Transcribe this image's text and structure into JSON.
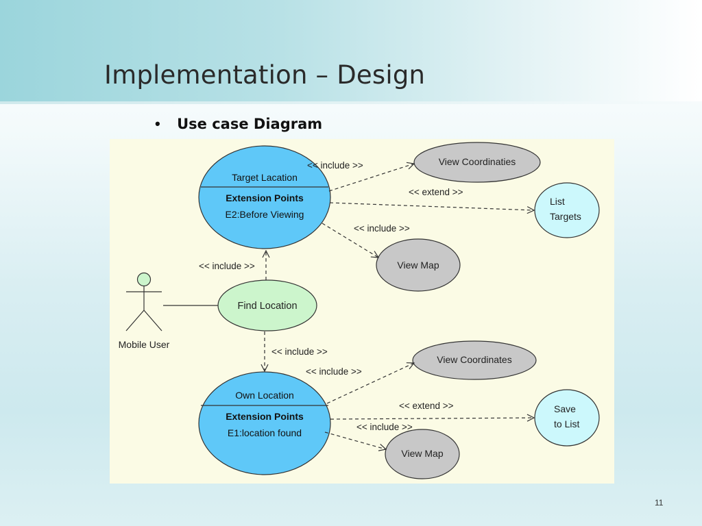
{
  "slide": {
    "title": "Implementation – Design",
    "bullet": "Use case Diagram",
    "page_number": "11"
  },
  "diagram": {
    "actor": {
      "label": "Mobile User"
    },
    "find_location": {
      "label": "Find Location"
    },
    "target_location": {
      "name": "Target Lacation",
      "ext_header": "Extension Points",
      "ext_point": "E2:Before Viewing"
    },
    "own_location": {
      "name": "Own Location",
      "ext_header": "Extension Points",
      "ext_point": "E1:location found"
    },
    "upper": {
      "view_coordinates": "View Coordinaties",
      "list_targets_line1": "List",
      "list_targets_line2": "Targets",
      "view_map": "View Map"
    },
    "lower": {
      "view_coordinates": "View Coordinates",
      "save_line1": "Save",
      "save_line2": "to List",
      "view_map": "View Map"
    },
    "relations": {
      "find_to_target": "<< include >>",
      "find_to_own": "<< include >>",
      "target_to_coords": "<< include >>",
      "target_to_list": "<< extend >>",
      "target_to_map": "<< include >>",
      "own_to_coords": "<< include >>",
      "own_to_save": "<< extend >>",
      "own_to_map": "<< include >>"
    },
    "colors": {
      "panel": "#fbfbe5",
      "blue_usecase": "#5fc8f8",
      "green_usecase": "#ccf5cc",
      "grey_usecase": "#c8c8c8",
      "cyan_usecase": "#ccf8fc",
      "actor_head": "#ccf5cc"
    }
  }
}
